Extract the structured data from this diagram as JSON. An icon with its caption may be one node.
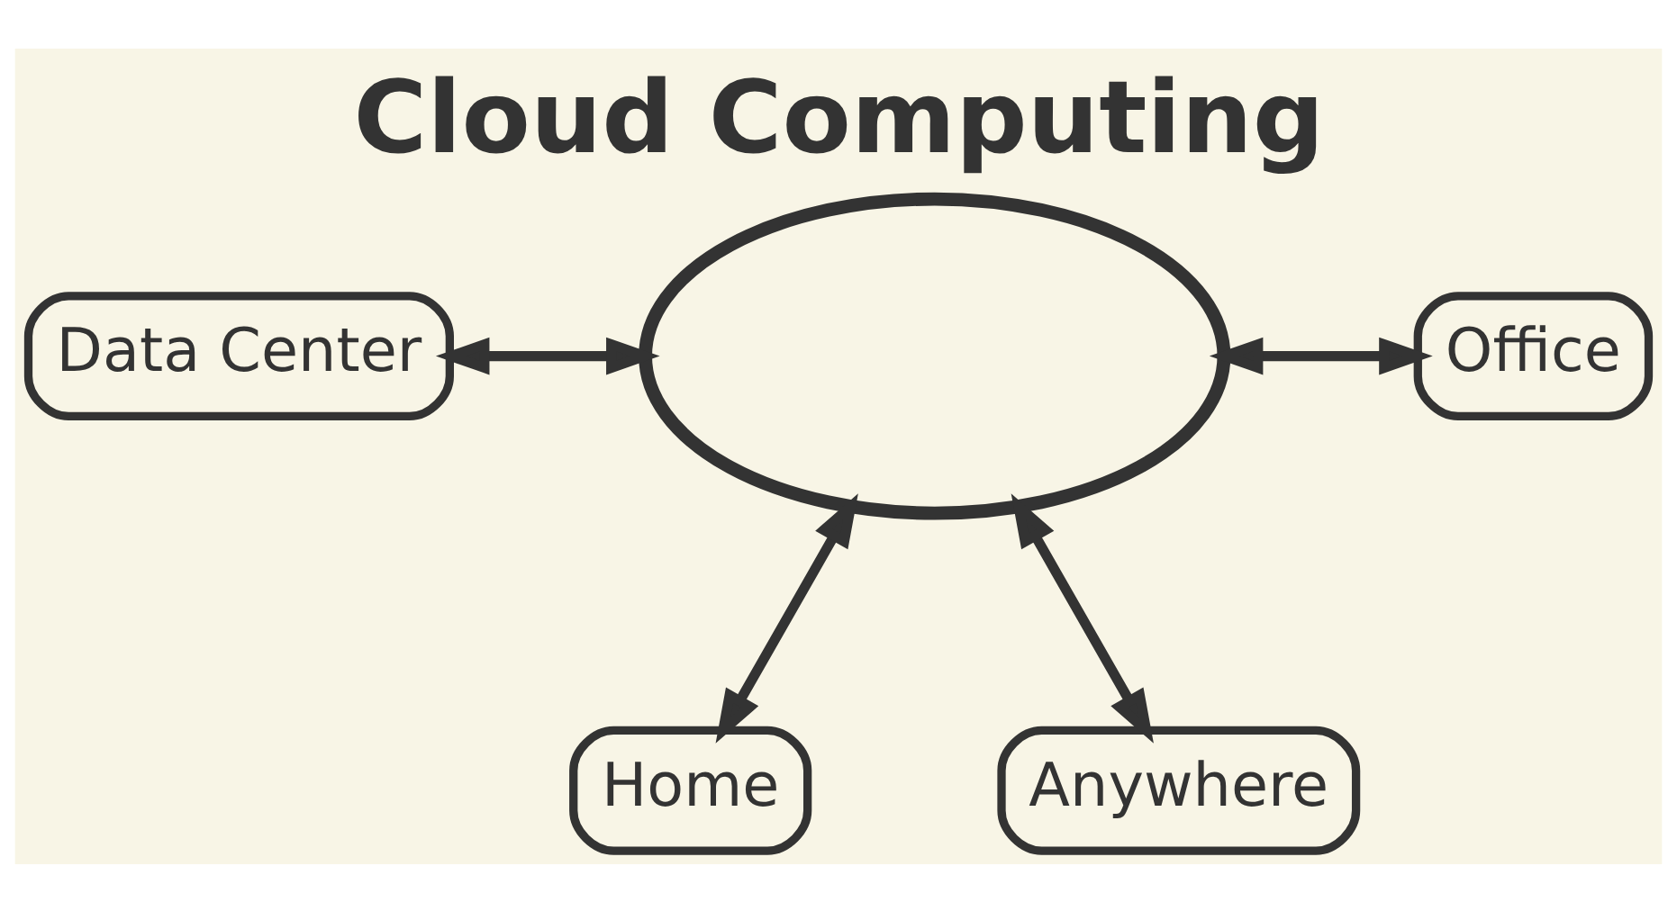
{
  "diagram": {
    "title": "Cloud Computing",
    "nodes": [
      {
        "text": [],
        "shape": "cloud"
      },
      {
        "text": [
          "Data Center"
        ]
      },
      {
        "text": [
          "Office"
        ]
      },
      {
        "text": [
          "Home"
        ]
      },
      {
        "text": [
          "Anywhere"
        ]
      }
    ],
    "edges": [
      {
        "from": 1,
        "to": 0,
        "arrow": "both"
      },
      {
        "from": 0,
        "to": 2,
        "arrow": "both"
      },
      {
        "from": 0,
        "to": 3,
        "arrow": "both"
      },
      {
        "from": 0,
        "to": 4,
        "arrow": "both"
      }
    ]
  }
}
